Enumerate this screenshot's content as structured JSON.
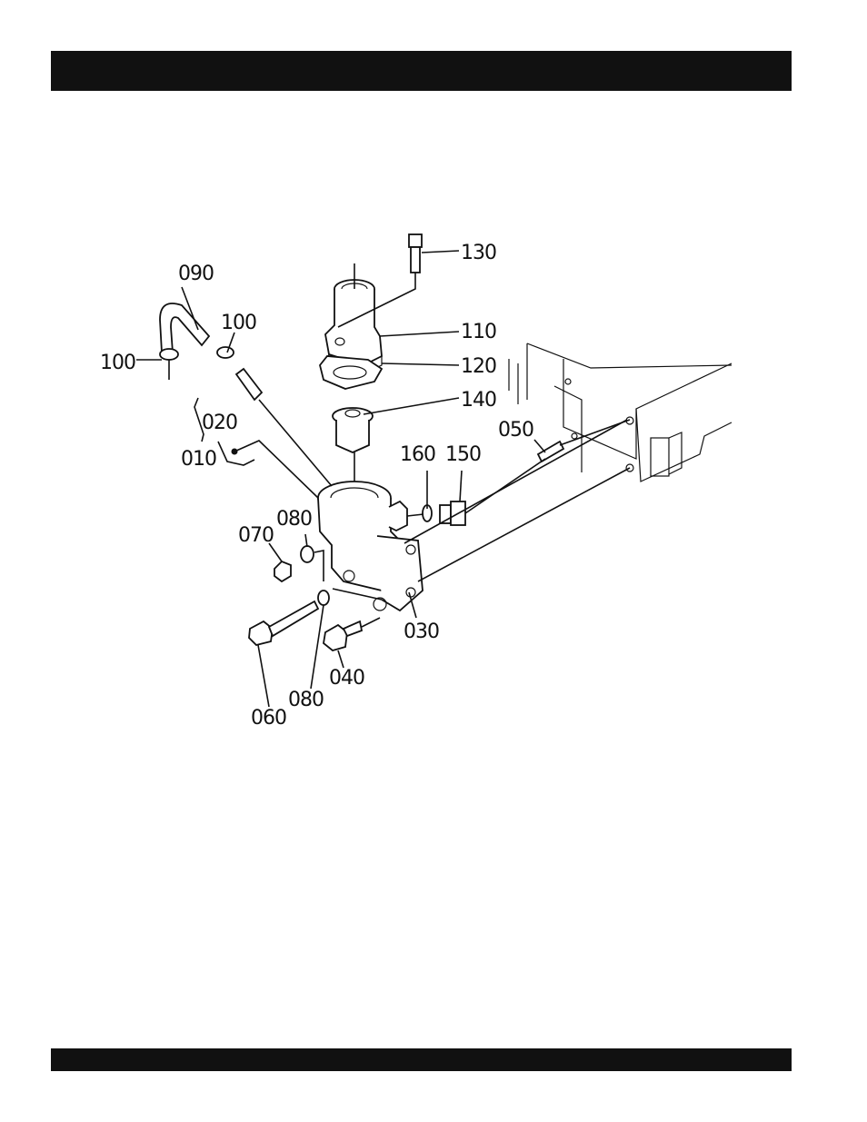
{
  "header": {
    "text": ""
  },
  "footer": {
    "text": ""
  },
  "callouts": {
    "p010": "010",
    "p020": "020",
    "p030": "030",
    "p040": "040",
    "p050": "050",
    "p060": "060",
    "p070": "070",
    "p080a": "080",
    "p080b": "080",
    "p090": "090",
    "p100a": "100",
    "p100b": "100",
    "p110": "110",
    "p120": "120",
    "p130": "130",
    "p140": "140",
    "p150": "150",
    "p160": "160"
  }
}
